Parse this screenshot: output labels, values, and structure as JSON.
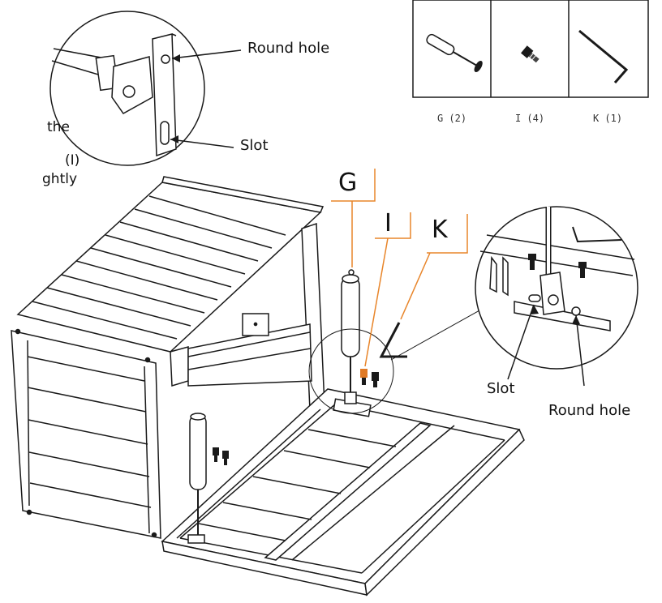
{
  "parts_table": [
    {
      "icon": "gas-spring-icon",
      "caption": "G (2)"
    },
    {
      "icon": "bolt-icon",
      "caption": "I (4)"
    },
    {
      "icon": "allen-key-icon",
      "caption": "K (1)"
    }
  ],
  "top_detail": {
    "label_top": "Round hole",
    "label_bottom": "Slot"
  },
  "right_detail": {
    "label_left": "Slot",
    "label_right": "Round hole"
  },
  "part_labels": {
    "g": "G",
    "i": "I",
    "k": "K"
  },
  "side_text": [
    "the",
    "",
    "(I)",
    "ghtly"
  ],
  "colors": {
    "line": "#1a1a1a",
    "accent": "#e8852a",
    "bolt_accent": "#e07a25"
  }
}
